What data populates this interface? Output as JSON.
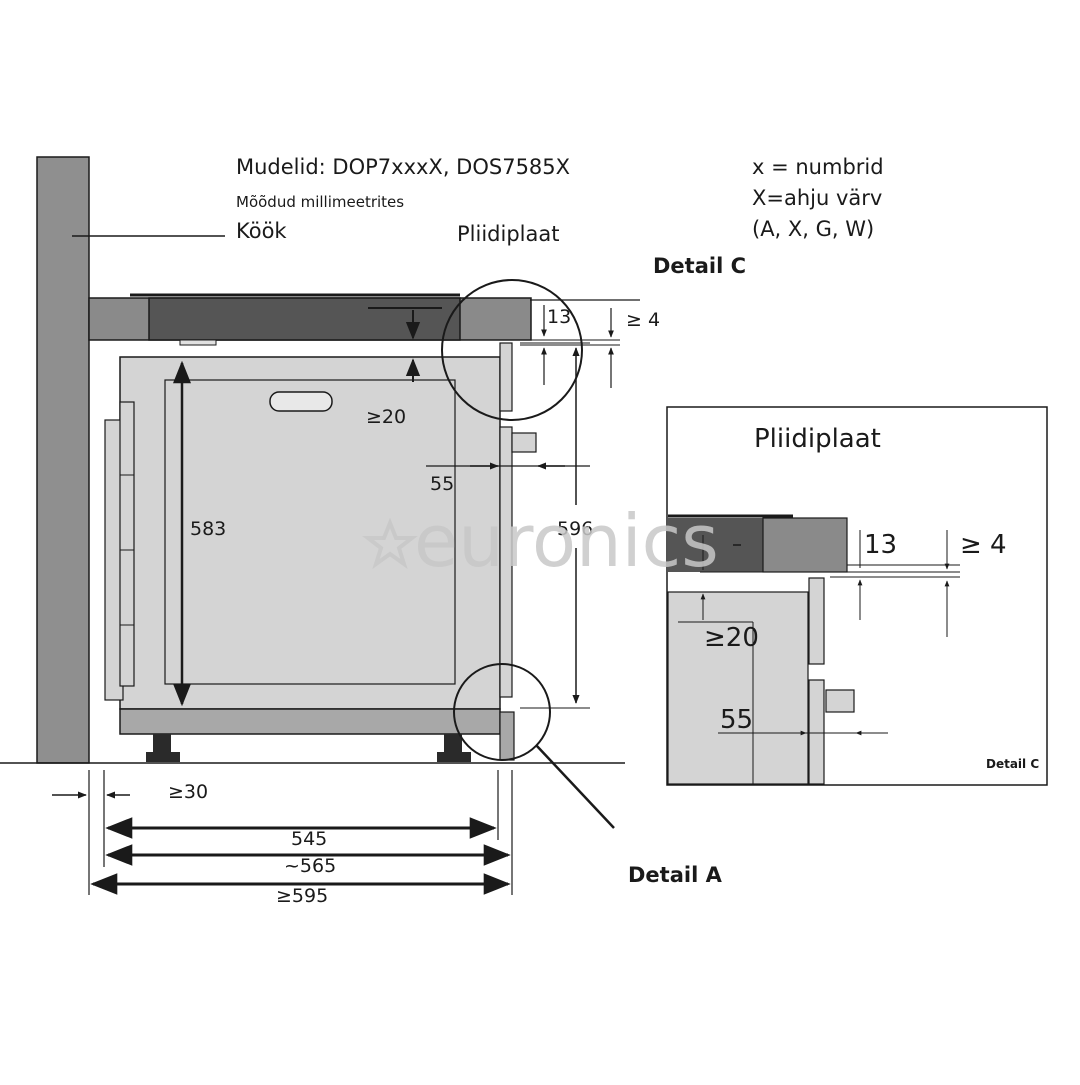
{
  "header": {
    "models": "Mudelid: DOP7xxxX, DOS7585X",
    "units_note": "Mõõdud millimeetrites",
    "legend_line1": "x = numbrid",
    "legend_line2": "X=ahju värv",
    "legend_line3": "(A, X, G, W)"
  },
  "labels": {
    "kitchen": "Köök",
    "hob": "Pliidiplaat",
    "detail_c": "Detail C",
    "detail_a": "Detail A"
  },
  "dimensions": {
    "d13": "13",
    "d_ge4": "≥ 4",
    "d_ge20": "≥20",
    "d55": "55",
    "d583": "583",
    "d596": "596",
    "d_ge30": "≥30",
    "d545": "545",
    "d565": "~565",
    "d_ge595": "≥595"
  },
  "inset": {
    "title": "Pliidiplaat",
    "d13": "13",
    "d_ge4": "≥ 4",
    "d_ge20": "≥20",
    "d55": "55",
    "caption": "Detail C"
  },
  "watermark": {
    "text": "euronics"
  },
  "colors": {
    "wall": "#8f8f8f",
    "counter": "#8a8a8a",
    "hob_glass": "#555555",
    "oven_body": "#d4d4d4",
    "plinth": "#a8a8a8",
    "line": "#1a1a1a",
    "watermark": "#c8c8c8"
  }
}
